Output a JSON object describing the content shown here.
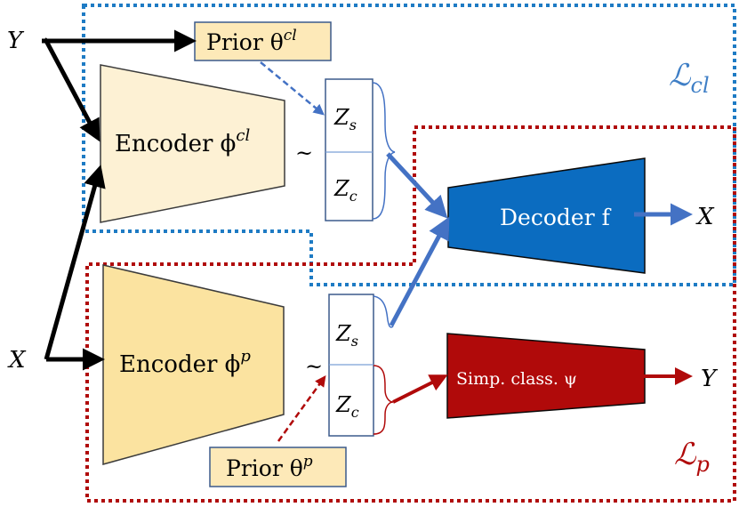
{
  "inputs": {
    "y_left": "Y",
    "x_left": "X"
  },
  "outputs": {
    "x_right": "X",
    "y_right": "Y"
  },
  "prior_cl": {
    "label": "Prior θ",
    "sup": "cl"
  },
  "prior_p": {
    "label": "Prior θ",
    "sup": "p"
  },
  "encoder_cl": {
    "label": "Encoder ϕ",
    "sup": "cl",
    "fill": "#fdf1d4"
  },
  "encoder_p": {
    "label": "Encoder ϕ",
    "sup": "p",
    "fill": "#fbe3a0"
  },
  "latent_top": {
    "zs": "Z",
    "zs_sub": "s",
    "zc": "Z",
    "zc_sub": "c"
  },
  "latent_bottom": {
    "zs": "Z",
    "zs_sub": "s",
    "zc": "Z",
    "zc_sub": "c"
  },
  "tilde": "~",
  "decoder": {
    "label": "Decoder f",
    "fill": "#0b6cc0"
  },
  "classifier": {
    "label": "Simp. class. ψ",
    "fill": "#b00a0a"
  },
  "loss_cl": {
    "label": "ℒ",
    "sub": "cl",
    "color": "#3f7fc6"
  },
  "loss_p": {
    "label": "ℒ",
    "sub": "p",
    "color": "#b00a0a"
  },
  "colors": {
    "blue": "#3f7fc6",
    "dotted_blue": "#1e7bc4",
    "red": "#b00a0a",
    "prior_fill": "#fde9b8"
  }
}
